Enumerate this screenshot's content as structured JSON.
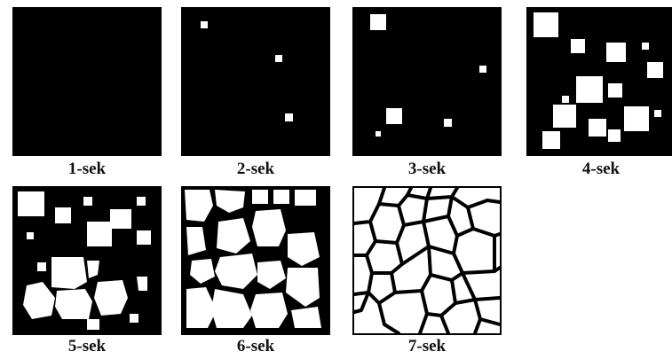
{
  "figure": {
    "panels": [
      {
        "id": "1",
        "caption": "1-sek"
      },
      {
        "id": "2",
        "caption": "2-sek"
      },
      {
        "id": "3",
        "caption": "3-sek"
      },
      {
        "id": "4",
        "caption": "4-sek"
      },
      {
        "id": "5",
        "caption": "5-sek"
      },
      {
        "id": "6",
        "caption": "6-sek"
      },
      {
        "id": "7",
        "caption": "7-sek"
      }
    ]
  },
  "colors": {
    "matrix": "#000000",
    "grain": "#ffffff",
    "background": "#ffffff"
  }
}
